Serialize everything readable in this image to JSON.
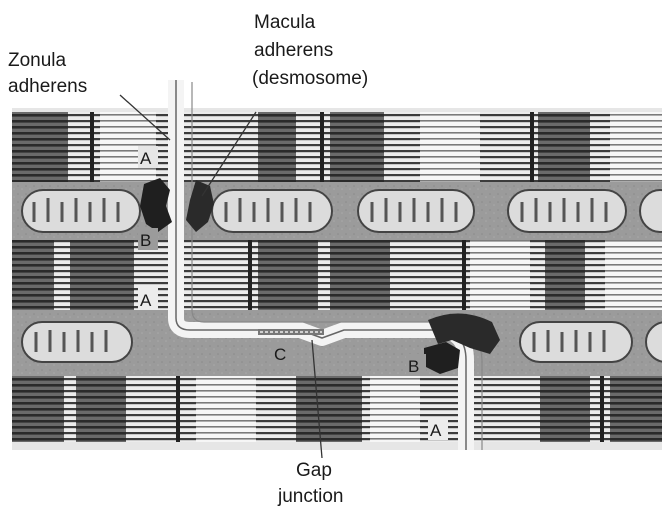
{
  "labels": {
    "zonula_line1": "Zonula",
    "zonula_line2": "adherens",
    "macula_line1": "Macula",
    "macula_line2": "adherens",
    "macula_line3": "(desmosome)",
    "gap_line1": "Gap",
    "gap_line2": "junction",
    "a_top": "A",
    "b_top": "B",
    "a_mid": "A",
    "c_mid": "C",
    "b_right": "B",
    "a_bottom": "A"
  }
}
